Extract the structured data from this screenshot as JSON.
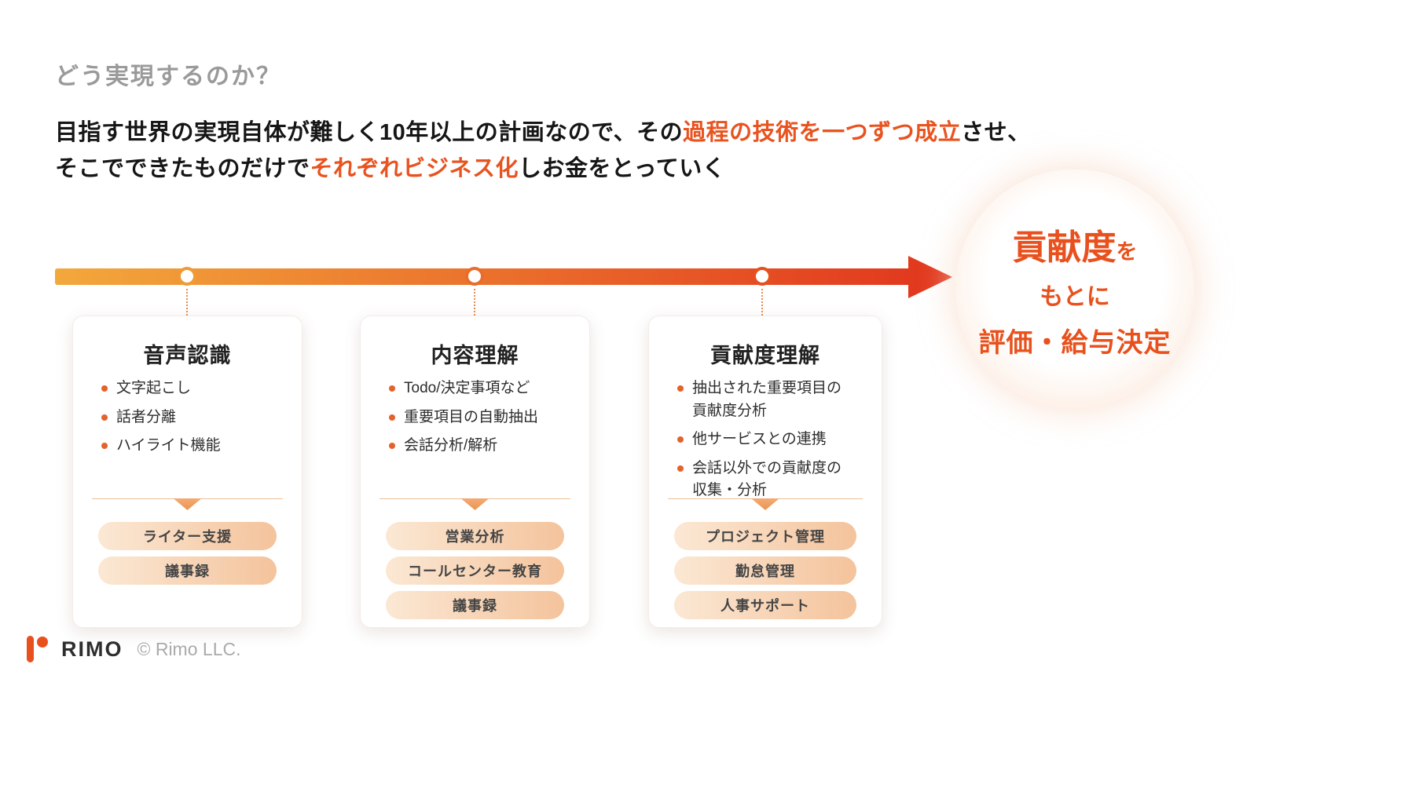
{
  "slide": {
    "title": "どう実現するのか？"
  },
  "intro": {
    "seg1": "目指す世界の実現自体が難しく10年以上の計画なので、その",
    "seg2": "過程の技術を一つずつ成立",
    "seg3": "させ、",
    "seg4": "そこでできたものだけで",
    "seg5": "それぞれビジネス化",
    "seg6": "しお金をとっていく"
  },
  "cards": [
    {
      "title": "音声認識",
      "bullets": [
        "文字起こし",
        "話者分離",
        "ハイライト機能"
      ],
      "pills": [
        "ライター支援",
        "議事録"
      ]
    },
    {
      "title": "内容理解",
      "bullets": [
        "Todo/決定事項など",
        "重要項目の自動抽出",
        "会話分析/解析"
      ],
      "pills": [
        "営業分析",
        "コールセンター教育",
        "議事録"
      ]
    },
    {
      "title": "貢献度理解",
      "bullets": [
        "抽出された重要項目の貢献度分析",
        "他サービスとの連携",
        "会話以外での貢献度の収集・分析"
      ],
      "pills": [
        "プロジェクト管理",
        "勤怠管理",
        "人事サポート"
      ]
    }
  ],
  "goal": {
    "line1_big": "貢献度",
    "line1_small": "を",
    "line2": "もとに",
    "line3": "評価・給与決定"
  },
  "footer": {
    "brand": "RIMO",
    "copyright": "© Rimo LLC."
  },
  "colors": {
    "accent_orange": "#E8531F",
    "title_gray": "#9A9A9A",
    "arrow_gradient_start": "#F2A83C",
    "arrow_gradient_end": "#E23A1F",
    "marker_colors": [
      "#F09A36",
      "#EA6C2B",
      "#E5501F"
    ],
    "pill_gradient_start": "#FBE8D4",
    "pill_gradient_end": "#F4C39C"
  }
}
